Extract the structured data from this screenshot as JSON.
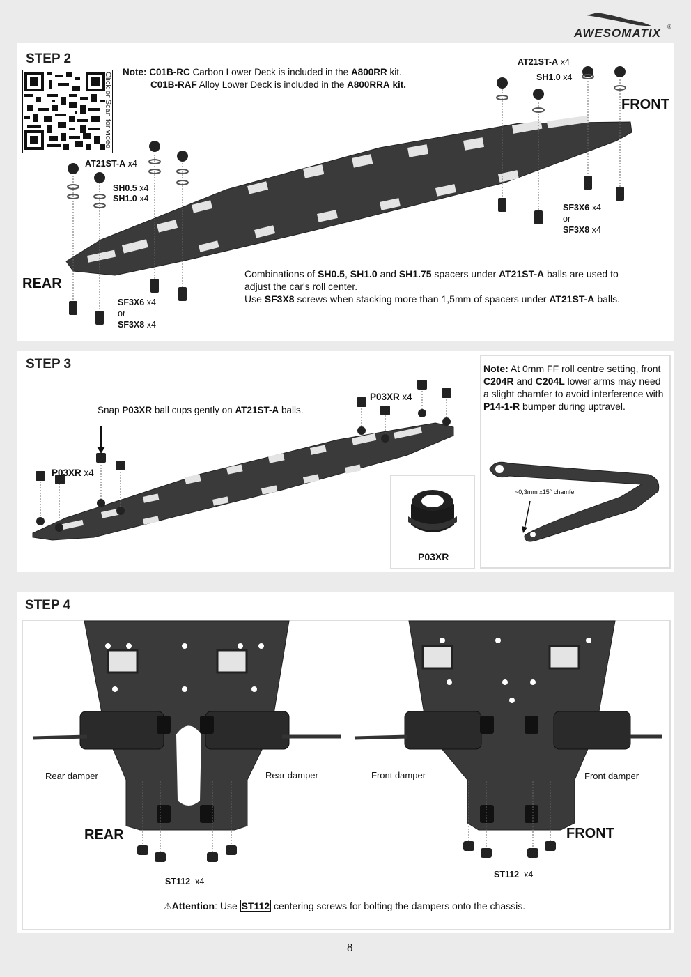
{
  "header": {
    "brand": "AWESOMATIX",
    "registered": "®"
  },
  "step2": {
    "title": "STEP 2",
    "qr_caption": "Click or Scan for video",
    "note_label": "Note:",
    "note_line1_part": "C01B-RC",
    "note_line1_text": "Carbon Lower Deck is included in the",
    "note_line1_kit": "A800RR",
    "note_line1_end": "kit.",
    "note_line2_part": "C01B-RAF",
    "note_line2_text": "Alloy Lower Deck is included in the",
    "note_line2_kit": "A800RRA",
    "note_line2_end": "kit.",
    "label_ball_rear": "AT21ST-A",
    "label_ball_rear_qty": "x4",
    "label_sh05": "SH0.5",
    "label_sh05_qty": "x4",
    "label_sh10_rear": "SH1.0",
    "label_sh10_rear_qty": "x4",
    "label_ball_front": "AT21ST-A",
    "label_ball_front_qty": "x4",
    "label_sh10_front": "SH1.0",
    "label_sh10_front_qty": "x4",
    "front": "FRONT",
    "rear": "REAR",
    "screw_front_a": "SF3X6",
    "screw_front_a_qty": "x4",
    "screw_front_or": "or",
    "screw_front_b": "SF3X8",
    "screw_front_b_qty": "x4",
    "screw_rear_a": "SF3X6",
    "screw_rear_a_qty": "x4",
    "screw_rear_or": "or",
    "screw_rear_b": "SF3X8",
    "screw_rear_b_qty": "x4",
    "info_1": "Combinations of",
    "info_sh05": "SH0.5",
    "info_sh10": "SH1.0",
    "info_and": "and",
    "info_sh175": "SH1.75",
    "info_2": "spacers under",
    "info_ball": "AT21ST-A",
    "info_3": "balls are used to",
    "info_4": "adjust the car's roll center.",
    "info_5": "Use",
    "info_screw": "SF3X8",
    "info_6": "screws when stacking more than 1,5mm of spacers under",
    "info_ball2": "AT21ST-A",
    "info_7": "balls."
  },
  "step3": {
    "title": "STEP 3",
    "snap_1": "Snap",
    "snap_part": "P03XR",
    "snap_2": "ball cups gently on",
    "snap_ball": "AT21ST-A",
    "snap_3": "balls.",
    "cup_front": "P03XR",
    "cup_front_qty": "x4",
    "cup_rear": "P03XR",
    "cup_rear_qty": "x4",
    "detail_label": "P03XR",
    "note_label": "Note:",
    "note_1": "At 0mm FF roll centre setting, front",
    "note_c204r": "C204R",
    "note_and": "and",
    "note_c204l": "C204L",
    "note_2": "lower arms may need a slight chamfer to avoid interference with",
    "note_bumper": "P14-1-R",
    "note_3": "bumper during uptravel.",
    "chamfer": "~0,3mm x15° chamfer"
  },
  "step4": {
    "title": "STEP 4",
    "rear_damper_left": "Rear damper",
    "rear_damper_right": "Rear damper",
    "front_damper_left": "Front damper",
    "front_damper_right": "Front damper",
    "rear": "REAR",
    "front": "FRONT",
    "screw_rear": "ST112",
    "screw_rear_qty": "x4",
    "screw_front": "ST112",
    "screw_front_qty": "x4",
    "attention_label": "Attention",
    "attention_1": ": Use",
    "attention_part": "ST112",
    "attention_2": "centering screws for bolting the dampers onto the chassis."
  },
  "page_number": "8",
  "colors": {
    "chassis": "#3a3a3a",
    "outline": "#bdbdbd",
    "bg": "#ebebeb"
  }
}
